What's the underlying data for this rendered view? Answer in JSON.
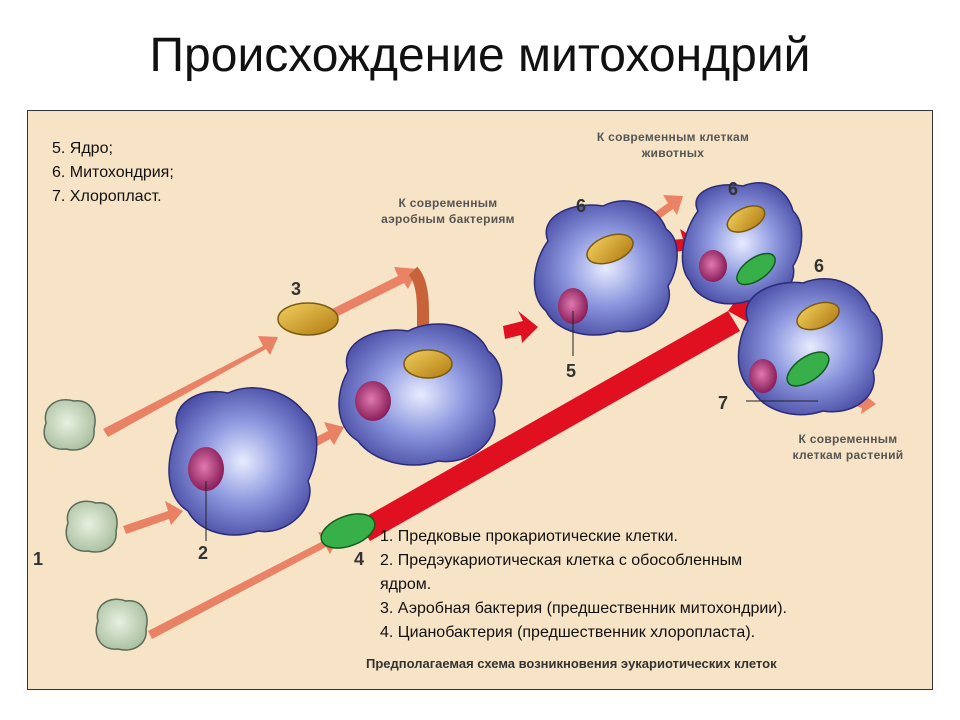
{
  "title": "Происхождение митохондрий",
  "legend_top": [
    "5. Ядро;",
    "6. Митохондрия;",
    "7. Хлоропласт."
  ],
  "legend_bottom": [
    "1. Предковые прокариотические клетки.",
    "2. Предэукариотическая клетка с обособленным",
    "ядром.",
    "3. Аэробная бактерия (предшественник митохондрии).",
    "4. Цианобактерия (предшественник хлоропласта)."
  ],
  "captions": {
    "aerobic": [
      "К современным",
      "аэробным бактериям"
    ],
    "animal": [
      "К современным клеткам",
      "животных"
    ],
    "plant": [
      "К современным",
      "клеткам растений"
    ]
  },
  "numbers": {
    "n1": "1",
    "n2": "2",
    "n3": "3",
    "n4": "4",
    "n5": "5",
    "n6a": "6",
    "n6b": "6",
    "n6c": "6",
    "n7": "7"
  },
  "footer": "Предполагаемая схема возникновения эукариотических клеток",
  "colors": {
    "background": "#f7e3c6",
    "cell": "#5560c0",
    "nucleus": "#b03070",
    "mitochondrion": "#d9a520",
    "chloroplast": "#38b04a",
    "arrow": "#e8775a",
    "red_arrow": "#e01020"
  }
}
